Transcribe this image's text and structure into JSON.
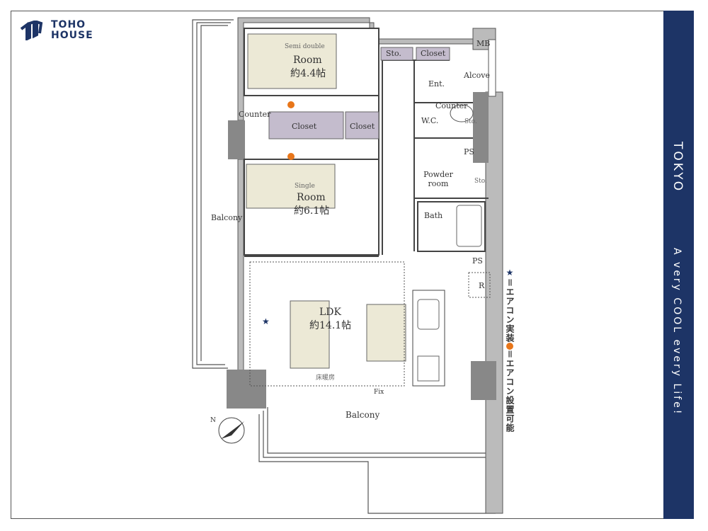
{
  "brand": {
    "line1": "TOHO",
    "line2": "HOUSE"
  },
  "side_panel": {
    "title": "TOKYO",
    "tagline": "A very COOL every Life!",
    "color": "#1d3466"
  },
  "rooms": {
    "room1": {
      "bed": "Semi double",
      "name": "Room",
      "size": "約4.4帖"
    },
    "room2": {
      "bed": "Single",
      "name": "Room",
      "size": "約6.1帖"
    },
    "ldk": {
      "name": "LDK",
      "size": "約14.1帖",
      "floor_heating": "床暖房"
    }
  },
  "labels": {
    "sto_top": "Sto.",
    "closet_top": "Closet",
    "mb": "MB",
    "alcove": "Alcove",
    "ent": "Ent.",
    "counter_right": "Counter",
    "wc": "W.C.",
    "sto_wc": "Sto.",
    "counter_left": "Counter",
    "closet_mid1": "Closet",
    "closet_mid2": "Closet",
    "ps1": "PS",
    "powder_room": "Powder room",
    "sto_powder": "Sto.",
    "bath": "Bath",
    "ps2": "PS",
    "r": "R",
    "balcony_left": "Balcony",
    "balcony_bottom": "Balcony",
    "fix": "Fix",
    "north": "N"
  },
  "legend": {
    "star_text": "＝エアコン実装",
    "dot_text": "＝エアコン設置可能",
    "star_color": "#1d3466",
    "dot_color": "#e8761a"
  }
}
